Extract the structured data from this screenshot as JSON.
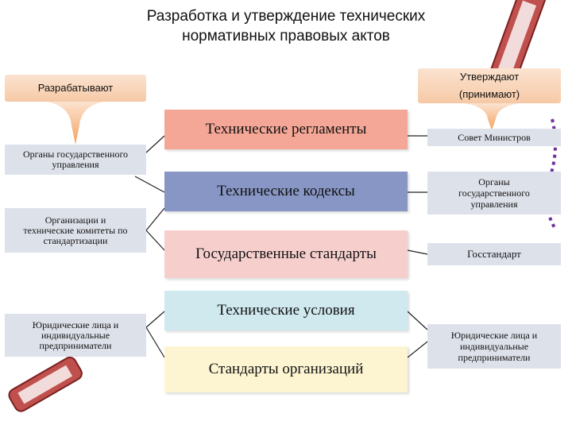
{
  "title": {
    "line1": "Разработка и утверждение технических",
    "line2": "нормативных правовых актов"
  },
  "headers": {
    "left": "Разрабатывают",
    "right_line1": "Утверждают",
    "right_line2": "(принимают)"
  },
  "center_items": [
    {
      "label": "Технические регламенты",
      "color": "#f5a797"
    },
    {
      "label": "Технические кодексы",
      "color": "#8796c4"
    },
    {
      "label": "Государственные стандарты",
      "color": "#f6cfcd"
    },
    {
      "label": "Технические условия",
      "color": "#cfe9ef"
    },
    {
      "label": "Стандарты организаций",
      "color": "#fdf5d2"
    }
  ],
  "left_items": [
    {
      "lines": [
        "Органы государственного",
        "управления"
      ]
    },
    {
      "lines": [
        "Организации и",
        "технические комитеты по",
        "стандартизации"
      ]
    },
    {
      "lines": [
        "Юридические лица и",
        "индивидуальные",
        "предприниматели"
      ]
    }
  ],
  "right_items": [
    {
      "lines": [
        "Совет Министров"
      ]
    },
    {
      "lines": [
        "Органы",
        "государственного",
        "управления"
      ]
    },
    {
      "lines": [
        "Госстандарт"
      ]
    },
    {
      "lines": [
        "Юридические лица и",
        "индивидуальные",
        "предприниматели"
      ]
    }
  ],
  "colors": {
    "header_gradient": "#f6c9a6",
    "arrow": "#f4a361",
    "side_box": "#dde1ea"
  }
}
